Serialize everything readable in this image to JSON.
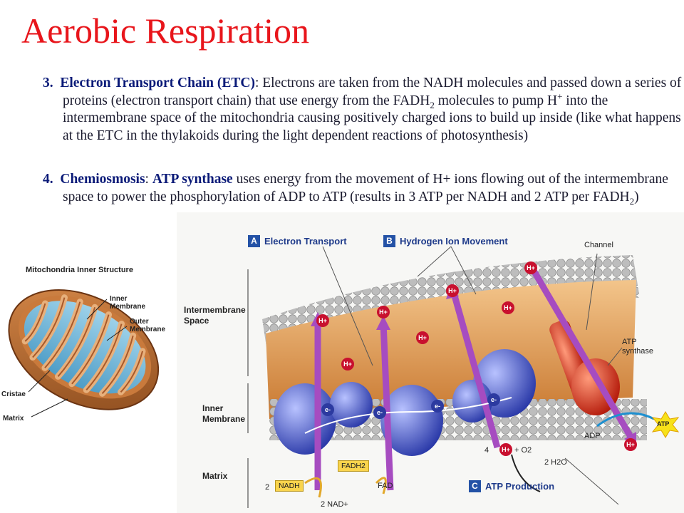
{
  "slide": {
    "title": "Aerobic Respiration"
  },
  "points": [
    {
      "number": "3.",
      "heading": "Electron Transport Chain (ETC)",
      "t1": ": Electrons are taken from the NADH molecules and passed down a series of proteins (electron transport chain) that use energy from the FADH",
      "sub1": "2",
      "t2": " molecules to pump H",
      "sup1": "+",
      "t3": " into the intermembrane space of the mitochondria causing positively charged ions to build up inside (like what happens at the ETC in the thylakoids during the light dependent reactions of photosynthesis)"
    },
    {
      "number": "4.",
      "heading": "Chemiosmosis",
      "t1": ": ",
      "heading2": "ATP synthase",
      "t2": " uses energy from the movement of H+ ions flowing out of the intermembrane space to power the phosphorylation of ADP to ATP (results in 3 ATP per NADH and 2 ATP per FADH",
      "sub1": "2",
      "t3": ")"
    }
  ],
  "mito_figure": {
    "title": "Mitochondria Inner Structure",
    "inner_membrane": [
      "Inner",
      "Membrane"
    ],
    "outer_membrane": [
      "Outer",
      "Membrane"
    ],
    "cristae": "Cristae",
    "matrix": "Matrix"
  },
  "etc_figure": {
    "header_a": {
      "letter": "A",
      "label": "Electron Transport"
    },
    "header_b": {
      "letter": "B",
      "label": "Hydrogen Ion Movement"
    },
    "header_c": {
      "letter": "C",
      "label": "ATP Production"
    },
    "channel": "Channel",
    "intermembrane": [
      "Intermembrane",
      "Space"
    ],
    "inner_membrane": [
      "Inner",
      "Membrane"
    ],
    "matrix": "Matrix",
    "atp_synthase": [
      "ATP",
      "synthase"
    ],
    "h_ion": "H+",
    "electron": "e-",
    "nadh": "NADH",
    "nad": "2 NAD+",
    "fadh2": "FADH2",
    "fad": "FAD",
    "adp": "ADP",
    "atp": "ATP",
    "water": "2 H2O",
    "oxygen_eq": "+ O2",
    "num_2": "2",
    "num_4": "4",
    "colors": {
      "protein": "#4a5bc9",
      "h_ion": "#c8102e",
      "arrow": "#b044b5",
      "synthase": "#d62a1a",
      "membrane": "#c9c9c9",
      "intermembrane": "#e6a45a"
    }
  }
}
